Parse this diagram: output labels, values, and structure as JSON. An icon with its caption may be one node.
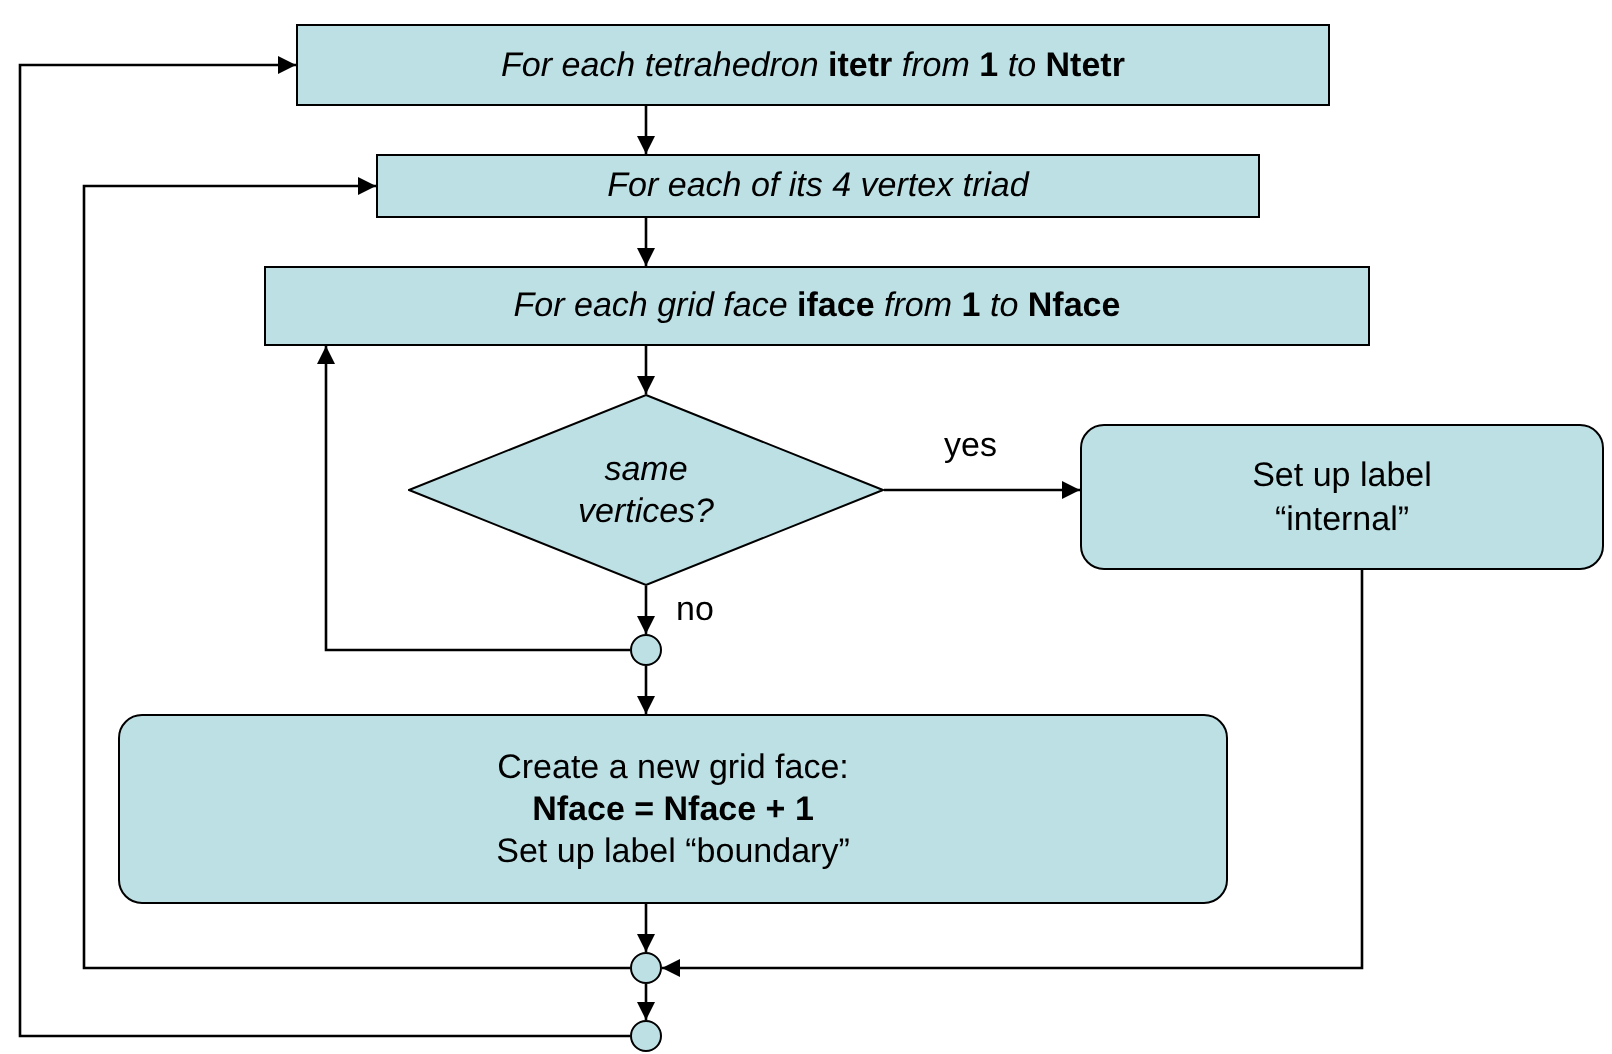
{
  "diagram": {
    "nodes": [
      {
        "text": [
          "*For each tetrahedron* **itetr** *from* **1** *to* **Ntetr**"
        ]
      },
      {
        "text": [
          "For each of its 4 vertex triad"
        ]
      },
      {
        "text": [
          "*For each grid face* **iface** *from* **1** *to* **Nface**"
        ]
      },
      {
        "text": [
          "same vertices?"
        ]
      },
      {
        "text": [
          "Set up label “internal”"
        ]
      },
      {
        "text": [],
        "shape": "circle"
      },
      {
        "text": [
          "Create a new grid face:",
          "Nface = Nface + 1",
          "Set up label “boundary”"
        ]
      },
      {
        "text": [],
        "shape": "circle"
      },
      {
        "text": [],
        "shape": "circle"
      }
    ],
    "edges": [
      {
        "from": 0,
        "to": 1,
        "arrow": "to"
      },
      {
        "from": 1,
        "to": 2,
        "arrow": "to"
      },
      {
        "from": 2,
        "to": 3,
        "arrow": "to"
      },
      {
        "from": 3,
        "to": 4,
        "arrow": "to",
        "label": "yes"
      },
      {
        "from": 3,
        "to": 5,
        "arrow": "to",
        "label": "no"
      },
      {
        "from": 5,
        "to": 2,
        "arrow": "to"
      },
      {
        "from": 5,
        "to": 6,
        "arrow": "to"
      },
      {
        "from": 6,
        "to": 7,
        "arrow": "to"
      },
      {
        "from": 4,
        "to": 7,
        "arrow": "to"
      },
      {
        "from": 7,
        "to": 1,
        "arrow": "to"
      },
      {
        "from": 7,
        "to": 8,
        "arrow": "to"
      },
      {
        "from": 8,
        "to": 0,
        "arrow": "to"
      }
    ]
  }
}
